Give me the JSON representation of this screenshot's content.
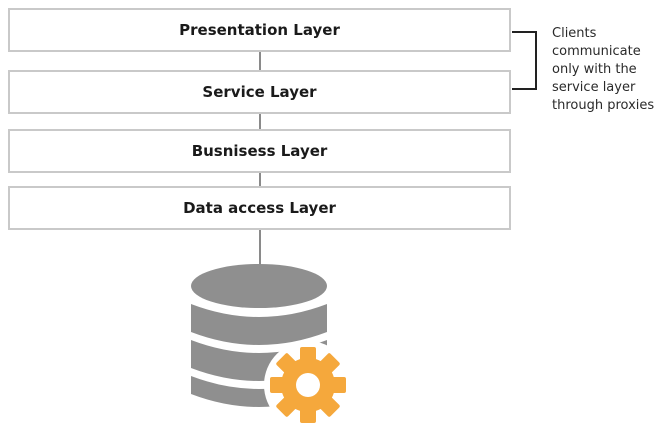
{
  "layers": [
    {
      "label": "Presentation Layer"
    },
    {
      "label": "Service Layer"
    },
    {
      "label": "Busnisess Layer"
    },
    {
      "label": "Data access Layer"
    }
  ],
  "annotation": {
    "lines": [
      "Clients",
      "communicate",
      "only with the",
      "service layer",
      "through proxies"
    ]
  },
  "icons": [
    "database-icon",
    "gear-icon"
  ],
  "colors": {
    "layer_border": "#c9c9c9",
    "connector": "#8a8a8a",
    "bracket": "#222222",
    "database": "#8f8f8f",
    "gear": "#f5a83c"
  }
}
